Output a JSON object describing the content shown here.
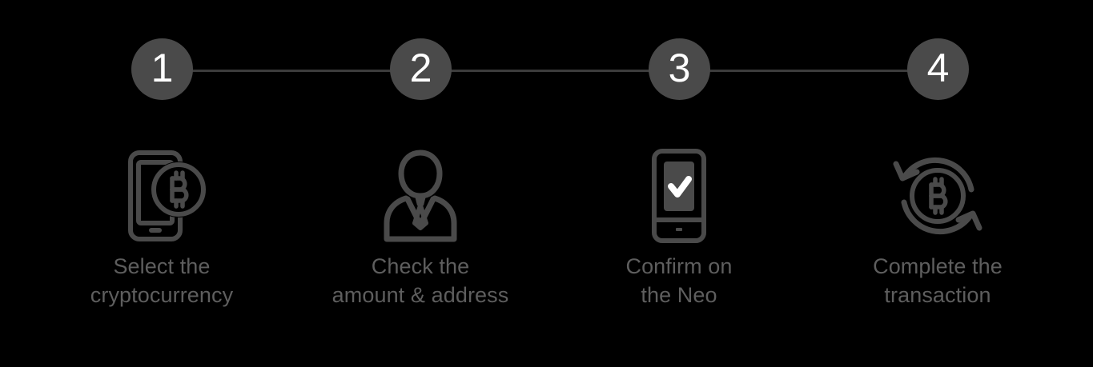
{
  "colors": {
    "background": "#000000",
    "node_fill": "#4a4a4a",
    "node_text": "#ffffff",
    "connector": "#3c3c3c",
    "icon_stroke": "#4a4a4a",
    "caption_text": "#5e5e5e",
    "check_mark": "#ffffff"
  },
  "stepper": {
    "connector_label": "progress-connector-line",
    "steps": [
      {
        "number": "1",
        "icon": "phone-with-bitcoin-coin-icon",
        "caption": "Select the\ncryptocurrency",
        "caption_line1": "Select the",
        "caption_line2": "cryptocurrency"
      },
      {
        "number": "2",
        "icon": "person-in-suit-icon",
        "caption": "Check the\namount & address",
        "caption_line1": "Check the",
        "caption_line2": "amount & address"
      },
      {
        "number": "3",
        "icon": "device-with-checkmark-icon",
        "caption": "Confirm on\nthe Neo",
        "caption_line1": "Confirm on",
        "caption_line2": "the Neo"
      },
      {
        "number": "4",
        "icon": "bitcoin-refresh-arrows-icon",
        "caption": "Complete the\ntransaction",
        "caption_line1": "Complete the",
        "caption_line2": "transaction"
      }
    ]
  }
}
